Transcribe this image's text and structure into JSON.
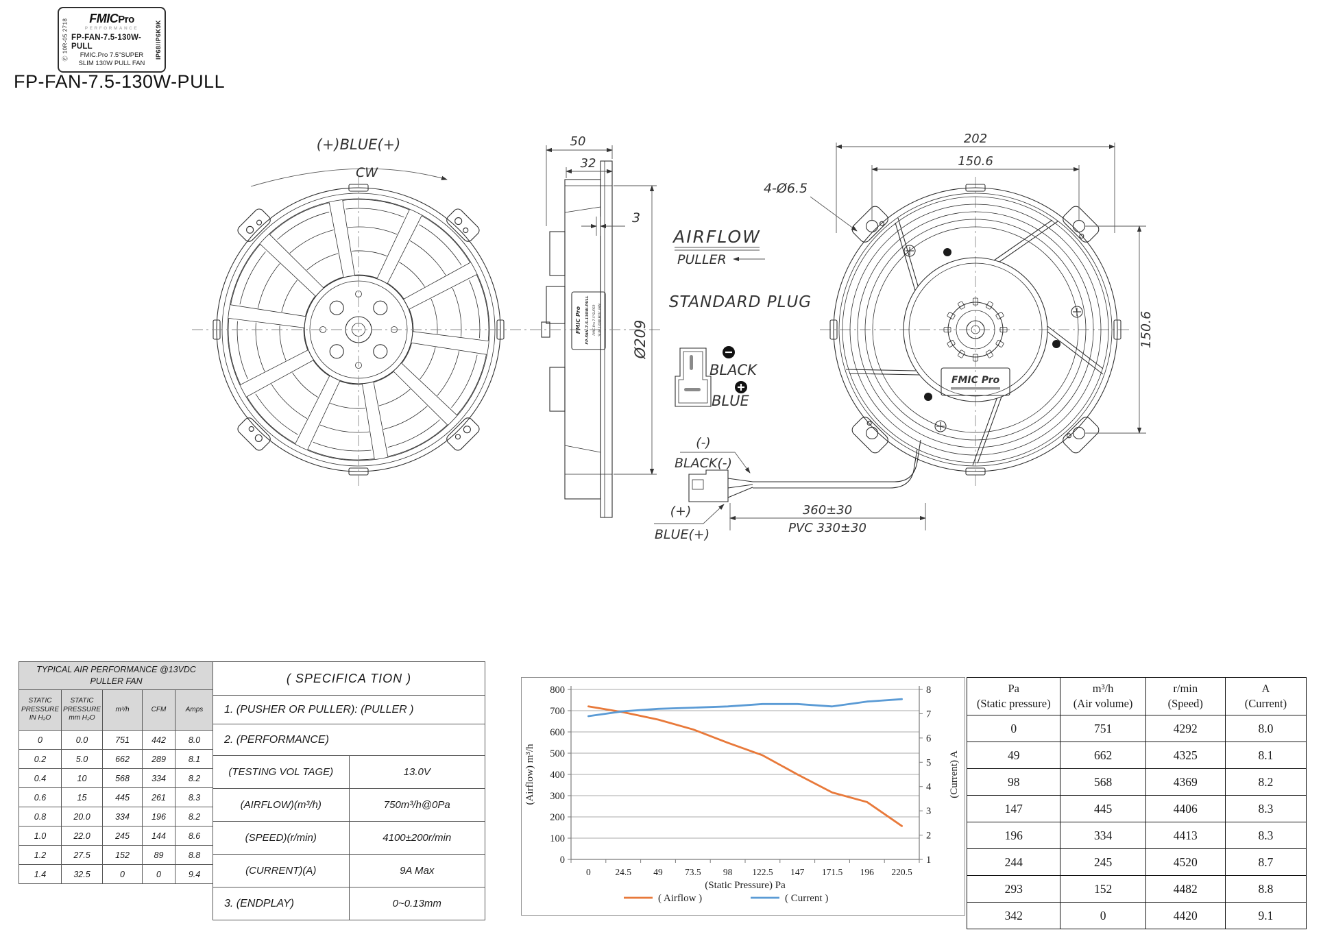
{
  "label_box": {
    "cert_left": "Ⓔ 10R-05 2718",
    "logo_main": "FMIC",
    "logo_pro": "Pro",
    "logo_sub": "PERFORMANCE",
    "product_code": "FP-FAN-7.5-130W-PULL",
    "desc_line1": "FMIC.Pro 7.5\"SUPER",
    "desc_line2": "SLIM 130W PULL FAN",
    "cert_right": "IP68/IP6K9K"
  },
  "page_title": "FP-FAN-7.5-130W-PULL",
  "drawings": {
    "front": {
      "rotation_label": "(+)BLUE(+)",
      "cw_label": "CW"
    },
    "side": {
      "dim_depth_total": "50",
      "dim_depth_body": "32",
      "dim_flange": "3",
      "dim_diameter": "Ø209"
    },
    "back": {
      "dim_overall": "202",
      "dim_bolt_h": "150.6",
      "dim_bolt_v": "150.6",
      "dim_holes": "4-Ø6.5",
      "logo": "FMIC Pro"
    },
    "airflow_title": "AIRFLOW",
    "puller_label": "PULLER",
    "standard_plug": "STANDARD PLUG",
    "plug": {
      "neg_label": "BLACK",
      "pos_label": "BLUE"
    },
    "wires": {
      "neg_sign": "(-)",
      "neg_label": "BLACK(-)",
      "pos_sign": "(+)",
      "pos_label": "BLUE(+)",
      "dim_length": "360±30",
      "dim_pvc": "PVC 330±30"
    }
  },
  "perf_table": {
    "title_line1": "TYPICAL AIR PERFORMANCE @13VDC",
    "title_line2": "PULLER FAN",
    "headers": [
      "STATIC\nPRESSURE\nIN H₂O",
      "STATIC\nPRESSURE\nmm H₂O",
      "m³/h",
      "CFM",
      "Amps"
    ],
    "rows": [
      [
        "0",
        "0.0",
        "751",
        "442",
        "8.0"
      ],
      [
        "0.2",
        "5.0",
        "662",
        "289",
        "8.1"
      ],
      [
        "0.4",
        "10",
        "568",
        "334",
        "8.2"
      ],
      [
        "0.6",
        "15",
        "445",
        "261",
        "8.3"
      ],
      [
        "0.8",
        "20.0",
        "334",
        "196",
        "8.2"
      ],
      [
        "1.0",
        "22.0",
        "245",
        "144",
        "8.6"
      ],
      [
        "1.2",
        "27.5",
        "152",
        "89",
        "8.8"
      ],
      [
        "1.4",
        "32.5",
        "0",
        "0",
        "9.4"
      ]
    ]
  },
  "spec_table": {
    "title": "( SPECIFICA TION )",
    "item1": "1. (PUSHER OR PULLER): (PULLER )",
    "item2": "2. (PERFORMANCE)",
    "rows": [
      [
        "(TESTING VOL TAGE)",
        "13.0V"
      ],
      [
        "(AIRFLOW)(m³/h)",
        "750m³/h@0Pa"
      ],
      [
        "(SPEED)(r/min)",
        "4100±200r/min"
      ],
      [
        "(CURRENT)(A)",
        "9A Max"
      ],
      [
        "3. (ENDPLAY)",
        "0~0.13mm"
      ]
    ]
  },
  "chart_data": {
    "type": "line",
    "x_categories": [
      "0",
      "24.5",
      "49",
      "73.5",
      "98",
      "122.5",
      "147",
      "171.5",
      "196",
      "220.5"
    ],
    "series": [
      {
        "name": "( Airflow )",
        "axis": "left",
        "color": "#E8793A",
        "values": [
          720,
          693,
          658,
          612,
          549,
          490,
          400,
          315,
          270,
          157
        ]
      },
      {
        "name": "( Current )",
        "axis": "right",
        "color": "#5B9BD5",
        "values": [
          6.9,
          7.1,
          7.2,
          7.25,
          7.3,
          7.4,
          7.4,
          7.3,
          7.5,
          7.6
        ]
      }
    ],
    "xlabel": "(Static  Pressure)  Pa",
    "ylabel_left": "(Airflow)  m³/h",
    "ylabel_right": "(Current)  A",
    "ylim_left": [
      0,
      800
    ],
    "ytick_left": 100,
    "ylim_right": [
      1,
      8
    ],
    "ytick_right": 1,
    "grid": true,
    "legend_position": "bottom"
  },
  "right_table": {
    "headers": [
      "Pa\n(Static pressure)",
      "m³/h\n(Air volume)",
      "r/min\n(Speed)",
      "A\n(Current)"
    ],
    "rows": [
      [
        "0",
        "751",
        "4292",
        "8.0"
      ],
      [
        "49",
        "662",
        "4325",
        "8.1"
      ],
      [
        "98",
        "568",
        "4369",
        "8.2"
      ],
      [
        "147",
        "445",
        "4406",
        "8.3"
      ],
      [
        "196",
        "334",
        "4413",
        "8.3"
      ],
      [
        "244",
        "245",
        "4520",
        "8.7"
      ],
      [
        "293",
        "152",
        "4482",
        "8.8"
      ],
      [
        "342",
        "0",
        "4420",
        "9.1"
      ]
    ]
  }
}
